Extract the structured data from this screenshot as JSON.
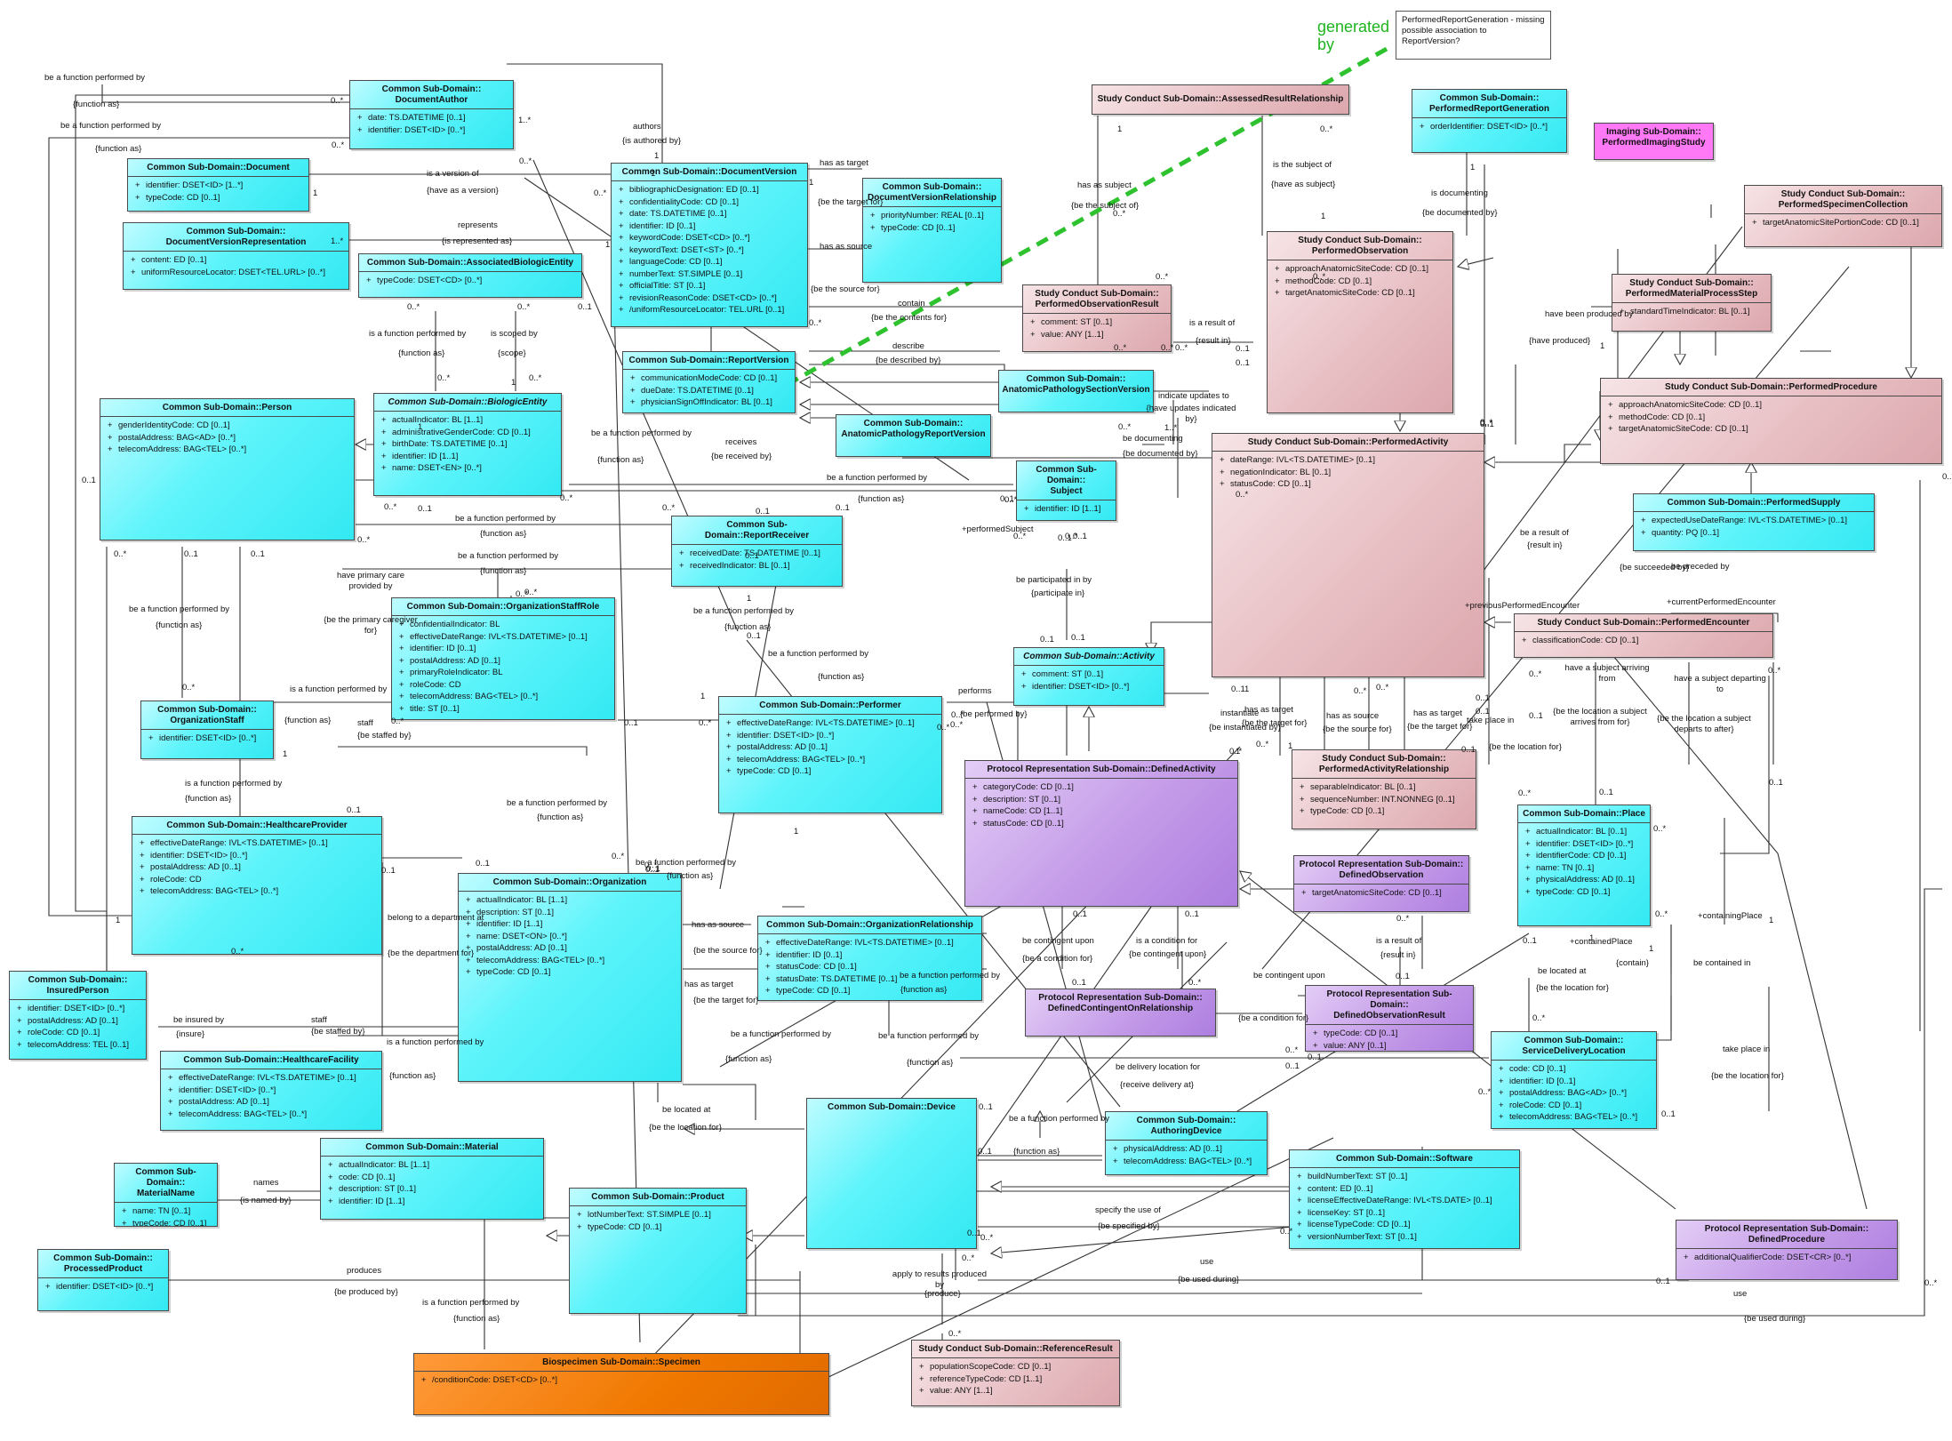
{
  "classes": {
    "document_author": {
      "name": "Common Sub-Domain::\nDocumentAuthor",
      "attrs": [
        "date: TS.DATETIME [0..1]",
        "identifier: DSET<ID> [0..*]"
      ]
    },
    "document": {
      "name": "Common Sub-Domain::Document",
      "attrs": [
        "identifier: DSET<ID> [1..*]",
        "typeCode: CD [0..1]"
      ]
    },
    "document_version_representation": {
      "name": "Common Sub-Domain::\nDocumentVersionRepresentation",
      "attrs": [
        "content: ED [0..1]",
        "uniformResourceLocator: DSET<TEL.URL> [0..*]"
      ]
    },
    "document_version": {
      "name": "Common Sub-Domain::DocumentVersion",
      "attrs": [
        "bibliographicDesignation: ED [0..1]",
        "confidentialityCode: CD [0..1]",
        "date: TS.DATETIME [0..1]",
        "identifier: ID [0..1]",
        "keywordCode: DSET<CD> [0..*]",
        "keywordText: DSET<ST> [0..*]",
        "languageCode: CD [0..1]",
        "numberText: ST.SIMPLE [0..1]",
        "officialTitle: ST [0..1]",
        "revisionReasonCode: DSET<CD> [0..*]",
        "/uniformResourceLocator: TEL.URL [0..1]"
      ]
    },
    "document_version_relationship": {
      "name": "Common Sub-Domain::\nDocumentVersionRelationship",
      "attrs": [
        "priorityNumber: REAL [0..1]",
        "typeCode: CD [0..1]"
      ]
    },
    "associated_biologic_entity": {
      "name": "Common Sub-Domain::AssociatedBiologicEntity",
      "attrs": [
        "typeCode: DSET<CD> [0..*]"
      ]
    },
    "person": {
      "name": "Common Sub-Domain::Person",
      "attrs": [
        "genderIdentityCode: CD [0..1]",
        "postalAddress: BAG<AD> [0..*]",
        "telecomAddress: BAG<TEL> [0..*]"
      ]
    },
    "biologic_entity": {
      "name": "Common Sub-Domain::BiologicEntity",
      "abstract": true,
      "attrs": [
        "actualIndicator: BL [1..1]",
        "administrativeGenderCode: CD [0..1]",
        "birthDate: TS.DATETIME [0..1]",
        "identifier: ID [1..1]",
        "name: DSET<EN> [0..*]"
      ]
    },
    "report_version": {
      "name": "Common Sub-Domain::ReportVersion",
      "attrs": [
        "communicationModeCode: CD [0..1]",
        "dueDate: TS.DATETIME [0..1]",
        "physicianSignOffIndicator: BL [0..1]"
      ]
    },
    "anatomic_pathology_report_version": {
      "name": "Common Sub-Domain::\nAnatomicPathologyReportVersion",
      "attrs": []
    },
    "anatomic_pathology_section_version": {
      "name": "Common Sub-Domain::\nAnatomicPathologySectionVersion",
      "attrs": []
    },
    "subject": {
      "name": "Common Sub-Domain::\nSubject",
      "attrs": [
        "identifier: ID [1..1]"
      ]
    },
    "report_receiver": {
      "name": "Common Sub-Domain::ReportReceiver",
      "attrs": [
        "receivedDate: TS.DATETIME [0..1]",
        "receivedIndicator: BL [0..1]"
      ]
    },
    "organization_staff_role": {
      "name": "Common Sub-Domain::OrganizationStaffRole",
      "attrs": [
        "confidentialIndicator: BL",
        "effectiveDateRange: IVL<TS.DATETIME> [0..1]",
        "identifier: ID [0..1]",
        "postalAddress: AD [0..1]",
        "primaryRoleIndicator: BL",
        "roleCode: CD",
        "telecomAddress: BAG<TEL> [0..*]",
        "title: ST [0..1]"
      ]
    },
    "organization_staff": {
      "name": "Common Sub-Domain::\nOrganizationStaff",
      "attrs": [
        "identifier: DSET<ID> [0..*]"
      ]
    },
    "performer": {
      "name": "Common Sub-Domain::Performer",
      "attrs": [
        "effectiveDateRange: IVL<TS.DATETIME> [0..1]",
        "identifier: DSET<ID> [0..*]",
        "postalAddress: AD [0..1]",
        "telecomAddress: BAG<TEL> [0..*]",
        "typeCode: CD [0..1]"
      ]
    },
    "activity": {
      "name": "Common Sub-Domain::Activity",
      "abstract": true,
      "attrs": [
        "comment: ST [0..1]",
        "identifier: DSET<ID> [0..*]"
      ]
    },
    "healthcare_provider": {
      "name": "Common Sub-Domain::HealthcareProvider",
      "attrs": [
        "effectiveDateRange: IVL<TS.DATETIME> [0..1]",
        "identifier: DSET<ID> [0..*]",
        "postalAddress: AD [0..1]",
        "roleCode: CD",
        "telecomAddress: BAG<TEL> [0..*]"
      ]
    },
    "organization": {
      "name": "Common Sub-Domain::Organization",
      "attrs": [
        "actualIndicator: BL [1..1]",
        "description: ST [0..1]",
        "identifier: ID [1..1]",
        "name: DSET<ON> [0..*]",
        "postalAddress: AD [0..1]",
        "telecomAddress: BAG<TEL> [0..*]",
        "typeCode: CD [0..1]"
      ]
    },
    "organization_relationship": {
      "name": "Common Sub-Domain::OrganizationRelationship",
      "attrs": [
        "effectiveDateRange: IVL<TS.DATETIME> [0..1]",
        "identifier: ID [0..1]",
        "statusCode: CD [0..1]",
        "statusDate: TS.DATETIME [0..1]",
        "typeCode: CD [0..1]"
      ]
    },
    "insured_person": {
      "name": "Common Sub-Domain::\nInsuredPerson",
      "attrs": [
        "identifier: DSET<ID> [0..*]",
        "postalAddress: AD [0..1]",
        "roleCode: CD [0..1]",
        "telecomAddress: TEL [0..1]"
      ]
    },
    "healthcare_facility": {
      "name": "Common Sub-Domain::HealthcareFacility",
      "attrs": [
        "effectiveDateRange: IVL<TS.DATETIME> [0..1]",
        "identifier: DSET<ID> [0..*]",
        "postalAddress: AD [0..1]",
        "telecomAddress: BAG<TEL> [0..*]"
      ]
    },
    "material_name": {
      "name": "Common Sub-Domain::\nMaterialName",
      "attrs": [
        "name: TN [0..1]",
        "typeCode: CD [0..1]"
      ]
    },
    "material": {
      "name": "Common Sub-Domain::Material",
      "attrs": [
        "actualIndicator: BL [1..1]",
        "code: CD [0..1]",
        "description: ST [0..1]",
        "identifier: ID [1..1]"
      ]
    },
    "product": {
      "name": "Common Sub-Domain::Product",
      "attrs": [
        "lotNumberText: ST.SIMPLE [0..1]",
        "typeCode: CD [0..1]"
      ]
    },
    "processed_product": {
      "name": "Common Sub-Domain::\nProcessedProduct",
      "attrs": [
        "identifier: DSET<ID> [0..*]"
      ]
    },
    "specimen": {
      "name": "Biospecimen Sub-Domain::Specimen",
      "attrs": [
        "/conditionCode: DSET<CD> [0..*]"
      ]
    },
    "device": {
      "name": "Common Sub-Domain::Device",
      "attrs": []
    },
    "authoring_device": {
      "name": "Common Sub-Domain::\nAuthoringDevice",
      "attrs": [
        "physicalAddress: AD [0..1]",
        "telecomAddress: BAG<TEL> [0..*]"
      ]
    },
    "software": {
      "name": "Common Sub-Domain::Software",
      "attrs": [
        "buildNumberText: ST [0..1]",
        "content: ED [0..1]",
        "licenseEffectiveDateRange: IVL<TS.DATE> [0..1]",
        "licenseKey: ST [0..1]",
        "licenseTypeCode: CD [0..1]",
        "versionNumberText: ST [0..1]"
      ]
    },
    "reference_result": {
      "name": "Study Conduct Sub-Domain::ReferenceResult",
      "attrs": [
        "populationScopeCode: CD [0..1]",
        "referenceTypeCode: CD [1..1]",
        "value: ANY [1..1]"
      ]
    },
    "assessed_result_relationship": {
      "name": "Study Conduct Sub-Domain::AssessedResultRelationship",
      "attrs": []
    },
    "performed_observation_result": {
      "name": "Study Conduct Sub-Domain::\nPerformedObservationResult",
      "attrs": [
        "comment: ST [0..1]",
        "value: ANY [1..1]"
      ]
    },
    "performed_report_generation": {
      "name": "Common Sub-Domain::\nPerformedReportGeneration",
      "attrs": [
        "orderIdentifier: DSET<ID> [0..*]"
      ]
    },
    "performed_imaging_study": {
      "name": "Imaging Sub-Domain::\nPerformedImagingStudy",
      "attrs": []
    },
    "performed_observation": {
      "name": "Study Conduct Sub-Domain::\nPerformedObservation",
      "attrs": [
        "approachAnatomicSiteCode: CD [0..1]",
        "methodCode: CD [0..1]",
        "targetAnatomicSiteCode: CD [0..1]"
      ]
    },
    "performed_specimen_collection": {
      "name": "Study Conduct Sub-Domain::\nPerformedSpecimenCollection",
      "attrs": [
        "targetAnatomicSitePortionCode: CD [0..1]"
      ]
    },
    "performed_material_process_step": {
      "name": "Study Conduct Sub-Domain::\nPerformedMaterialProcessStep",
      "attrs": [
        "standardTimeIndicator: BL [0..1]"
      ]
    },
    "performed_procedure": {
      "name": "Study Conduct Sub-Domain::PerformedProcedure",
      "attrs": [
        "approachAnatomicSiteCode: CD [0..1]",
        "methodCode: CD [0..1]",
        "targetAnatomicSiteCode: CD [0..1]"
      ]
    },
    "performed_activity": {
      "name": "Study Conduct Sub-Domain::PerformedActivity",
      "attrs": [
        "dateRange: IVL<TS.DATETIME> [0..1]",
        "negationIndicator: BL [0..1]",
        "statusCode: CD [0..1]"
      ]
    },
    "performed_supply": {
      "name": "Common Sub-Domain::PerformedSupply",
      "attrs": [
        "expectedUseDateRange: IVL<TS.DATETIME> [0..1]",
        "quantity: PQ [0..1]"
      ]
    },
    "performed_encounter": {
      "name": "Study Conduct Sub-Domain::PerformedEncounter",
      "attrs": [
        "classificationCode: CD [0..1]"
      ]
    },
    "performed_activity_relationship": {
      "name": "Study Conduct Sub-Domain::\nPerformedActivityRelationship",
      "attrs": [
        "separableIndicator: BL [0..1]",
        "sequenceNumber: INT.NONNEG [0..1]",
        "typeCode: CD [0..1]"
      ]
    },
    "defined_activity": {
      "name": "Protocol Representation Sub-Domain::DefinedActivity",
      "attrs": [
        "categoryCode: CD [0..1]",
        "description: ST [0..1]",
        "nameCode: CD [1..1]",
        "statusCode: CD [0..1]"
      ]
    },
    "defined_observation": {
      "name": "Protocol Representation Sub-Domain::\nDefinedObservation",
      "attrs": [
        "targetAnatomicSiteCode: CD [0..1]"
      ]
    },
    "defined_contingent_on_relationship": {
      "name": "Protocol Representation Sub-Domain::\nDefinedContingentOnRelationship",
      "attrs": []
    },
    "defined_observation_result": {
      "name": "Protocol Representation Sub-Domain::\nDefinedObservationResult",
      "attrs": [
        "typeCode: CD [0..1]",
        "value: ANY [0..1]"
      ]
    },
    "place": {
      "name": "Common Sub-Domain::Place",
      "attrs": [
        "actualIndicator: BL [0..1]",
        "identifier: DSET<ID> [0..*]",
        "identifierCode: CD [0..1]",
        "name: TN [0..1]",
        "physicalAddress: AD [0..1]",
        "typeCode: CD [0..1]"
      ]
    },
    "service_delivery_location": {
      "name": "Common Sub-Domain::\nServiceDeliveryLocation",
      "attrs": [
        "code: CD [0..1]",
        "identifier: ID [0..1]",
        "postalAddress: BAG<AD> [0..*]",
        "roleCode: CD [0..1]",
        "telecomAddress: BAG<TEL> [0..*]"
      ]
    },
    "defined_procedure": {
      "name": "Protocol Representation Sub-Domain::\nDefinedProcedure",
      "attrs": [
        "additionalQualifierCode: DSET<CR> [0..*]"
      ]
    }
  },
  "note": {
    "text": "PerformedReportGeneration - missing possible association to ReportVersion?",
    "generated_by": "generated by"
  },
  "labels": [
    "be a function performed by",
    "{function as}",
    "be a function performed by",
    "{function as}",
    "authors",
    "{is authored by}",
    "is a version of",
    "{have as a version}",
    "represents",
    "{is represented as}",
    "has as target",
    "{be the target for}",
    "has as source",
    "{be the source for}",
    "contain",
    "{be the contents for}",
    "describe",
    "{be described by}",
    "is a function performed by",
    "{function as}",
    "is scoped by",
    "{scope}",
    "be a function performed by",
    "{function as}",
    "receives",
    "{be received by}",
    "be a function performed by",
    "{function as}",
    "be a function performed by",
    "{function as}",
    "be a function performed by",
    "{function as}",
    "have primary care provided by",
    "{be the primary caregiver for}",
    "be a function performed by",
    "{function as}",
    "is a function performed by",
    "{function as}",
    "staff",
    "{be staffed by}",
    "is a function performed by",
    "{function as}",
    "be a function performed by",
    "{function as}",
    "be a function performed by",
    "{function as}",
    "be a function performed by",
    "{function as}",
    "be a function performed by",
    "{function as}",
    "performs",
    "{be performed by}",
    "belong to a department at",
    "{be the department for}",
    "has as source",
    "{be the source for}",
    "has as target",
    "{be the target for}",
    "staff",
    "{be staffed by}",
    "be insured by",
    "{insure}",
    "is a function performed by",
    "{function as}",
    "be a function performed by",
    "{function as}",
    "be a function performed by",
    "{function as}",
    "be located at",
    "{be the location for}",
    "names",
    "{is named by}",
    "produces",
    "{be produced by}",
    "is a function performed by",
    "{function as}",
    "apply to results produced by",
    "{produce}",
    "specify the use of",
    "{be specified by}",
    "use",
    "{be used during}",
    "use",
    "{be used during}",
    "be delivery location for",
    "{receive delivery at}",
    "be a function performed by",
    "{function as}",
    "has as subject",
    "{be the subject of}",
    "is the subject of",
    "{have as subject}",
    "is a result of",
    "{result in}",
    "is documenting",
    "{be documented by}",
    "have been produced by",
    "{have produced}",
    "indicate updates to",
    "{have updates indicated by}",
    "be documenting",
    "{be documented by}",
    "+performedSubject",
    "be participated in by",
    "{participate in}",
    "instantiate",
    "{be instantiated by}",
    "has as target",
    "{be the target for}",
    "has as source",
    "{be the source for}",
    "has as target",
    "{be the target for}",
    "be a result of",
    "{result in}",
    "{be succeeded by}",
    "be preceded by",
    "+previousPerformedEncounter",
    "+currentPerformedEncounter",
    "take place in",
    "{be the location for}",
    "have a subject arriving from",
    "{be the location a subject arrives from for}",
    "have a subject departing to",
    "{be the location a subject departs to after}",
    "be contingent upon",
    "{be a condition for}",
    "is a condition for",
    "{be contingent upon}",
    "be contingent upon",
    "{be a condition for}",
    "is a result of",
    "{result in}",
    "+containingPlace",
    "+containedPlace",
    "{contain}",
    "be contained in",
    "be located at",
    "{be the location for}",
    "take place in",
    "{be the location for}",
    "be a function performed by",
    "{function as}"
  ],
  "multiplicities": [
    "0..*",
    "1..*",
    "0..*",
    "1",
    "0..*",
    "1",
    "1..*",
    "1",
    "1",
    "0..*",
    "1",
    "0..*",
    "0..1",
    "0..*",
    "0..*",
    "0..*",
    "0..*",
    "1",
    "1",
    "0..1",
    "0..*",
    "0..*",
    "0..*",
    "0..1",
    "0..1",
    "1",
    "0..*",
    "0..*",
    "0..1",
    "0..1",
    "0..*",
    "0..1",
    "0..1",
    "0..*",
    "0..1",
    "1",
    "0..*",
    "0..1",
    "0..*",
    "0..*",
    "1",
    "0..1",
    "0..*",
    "1",
    "0..1",
    "0..1",
    "0..*",
    "0..1",
    "0..1",
    "0..*",
    "1",
    "0..*",
    "0..*",
    "0..*",
    "0..1",
    "0..1",
    "0..1",
    "0..*",
    "1..*",
    "0..*",
    "0..*",
    "0..*",
    "0..*",
    "0..*",
    "0..*",
    "1",
    "0..*",
    "0..*",
    "1",
    "1",
    "1",
    "0..1",
    "0..1",
    "0..*",
    "0..1",
    "0..*",
    "0..*",
    "0..*",
    "0..*",
    "0..1",
    "0..1",
    "0..1",
    "0..*",
    "1",
    "0..*",
    "1",
    "1",
    "0..*",
    "0..*",
    "0..1",
    "0..*",
    "0..*",
    "0..1",
    "0..1",
    "0..1",
    "0..1",
    "0..*",
    "0..1",
    "0..*",
    "0..*",
    "0..1",
    "1",
    "1",
    "1",
    "0..*",
    "0..*",
    "0..1",
    "0..*",
    "0..*",
    "0..1",
    "0..1",
    "0..1",
    "0..1",
    "0..*",
    "0..*",
    "0..1",
    "0..1",
    "0..1",
    "0..*",
    "0..*",
    "0..1",
    "0..1",
    "0..1",
    "0..*",
    "0..*",
    "0..*"
  ],
  "colors": {
    "common": "#5ef4fb",
    "study_conduct": "#e8c0c4",
    "protocol": "#c49be8",
    "biospecimen": "#f07800",
    "imaging": "#ff79f7",
    "generated_line": "#2ec22e"
  }
}
